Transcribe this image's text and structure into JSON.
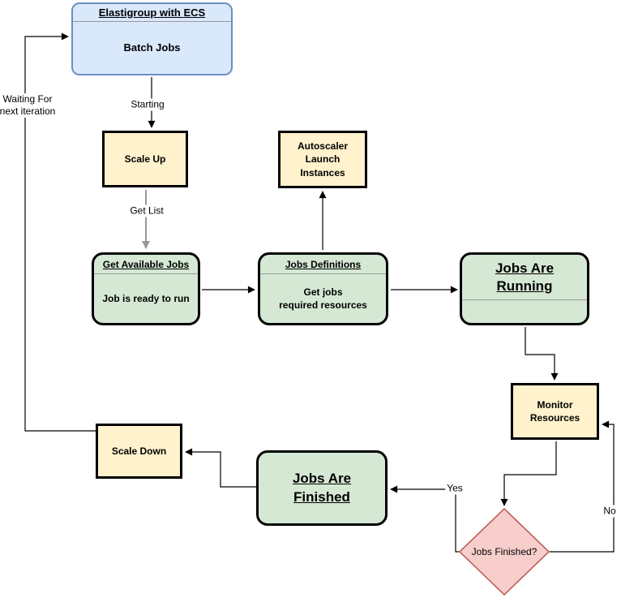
{
  "colors": {
    "start_fill": "#dae8fc",
    "start_stroke": "#6c8ebf",
    "process_fill": "#fff2cc",
    "state_fill": "#d5e8d4",
    "decision_fill": "#f8cecc",
    "decision_stroke": "#b85450",
    "node_stroke": "#000000",
    "divider": "#999999",
    "edge": "#000000",
    "edge_muted": "#999999"
  },
  "nodes": {
    "elastigroup": {
      "title": "Elastigroup with ECS",
      "body": "Batch Jobs"
    },
    "scale_up": {
      "label": "Scale Up"
    },
    "autoscaler": {
      "label": "Autoscaler\nLaunch\nInstances"
    },
    "get_available_jobs": {
      "title": "Get Available Jobs",
      "body": "Job is ready to run"
    },
    "jobs_definitions": {
      "title": "Jobs Definitions",
      "body": "Get jobs\nrequired resources"
    },
    "jobs_are_running": {
      "title": "Jobs Are\nRunning"
    },
    "monitor_resources": {
      "label": "Monitor\nResources"
    },
    "jobs_finished": {
      "label": "Jobs Finished?"
    },
    "jobs_are_finished": {
      "title": "Jobs Are\nFinished"
    },
    "scale_down": {
      "label": "Scale Down"
    }
  },
  "edge_labels": {
    "waiting": "Waiting For\nnext iteration",
    "starting": "Starting",
    "get_list": "Get List",
    "yes": "Yes",
    "no": "No"
  }
}
